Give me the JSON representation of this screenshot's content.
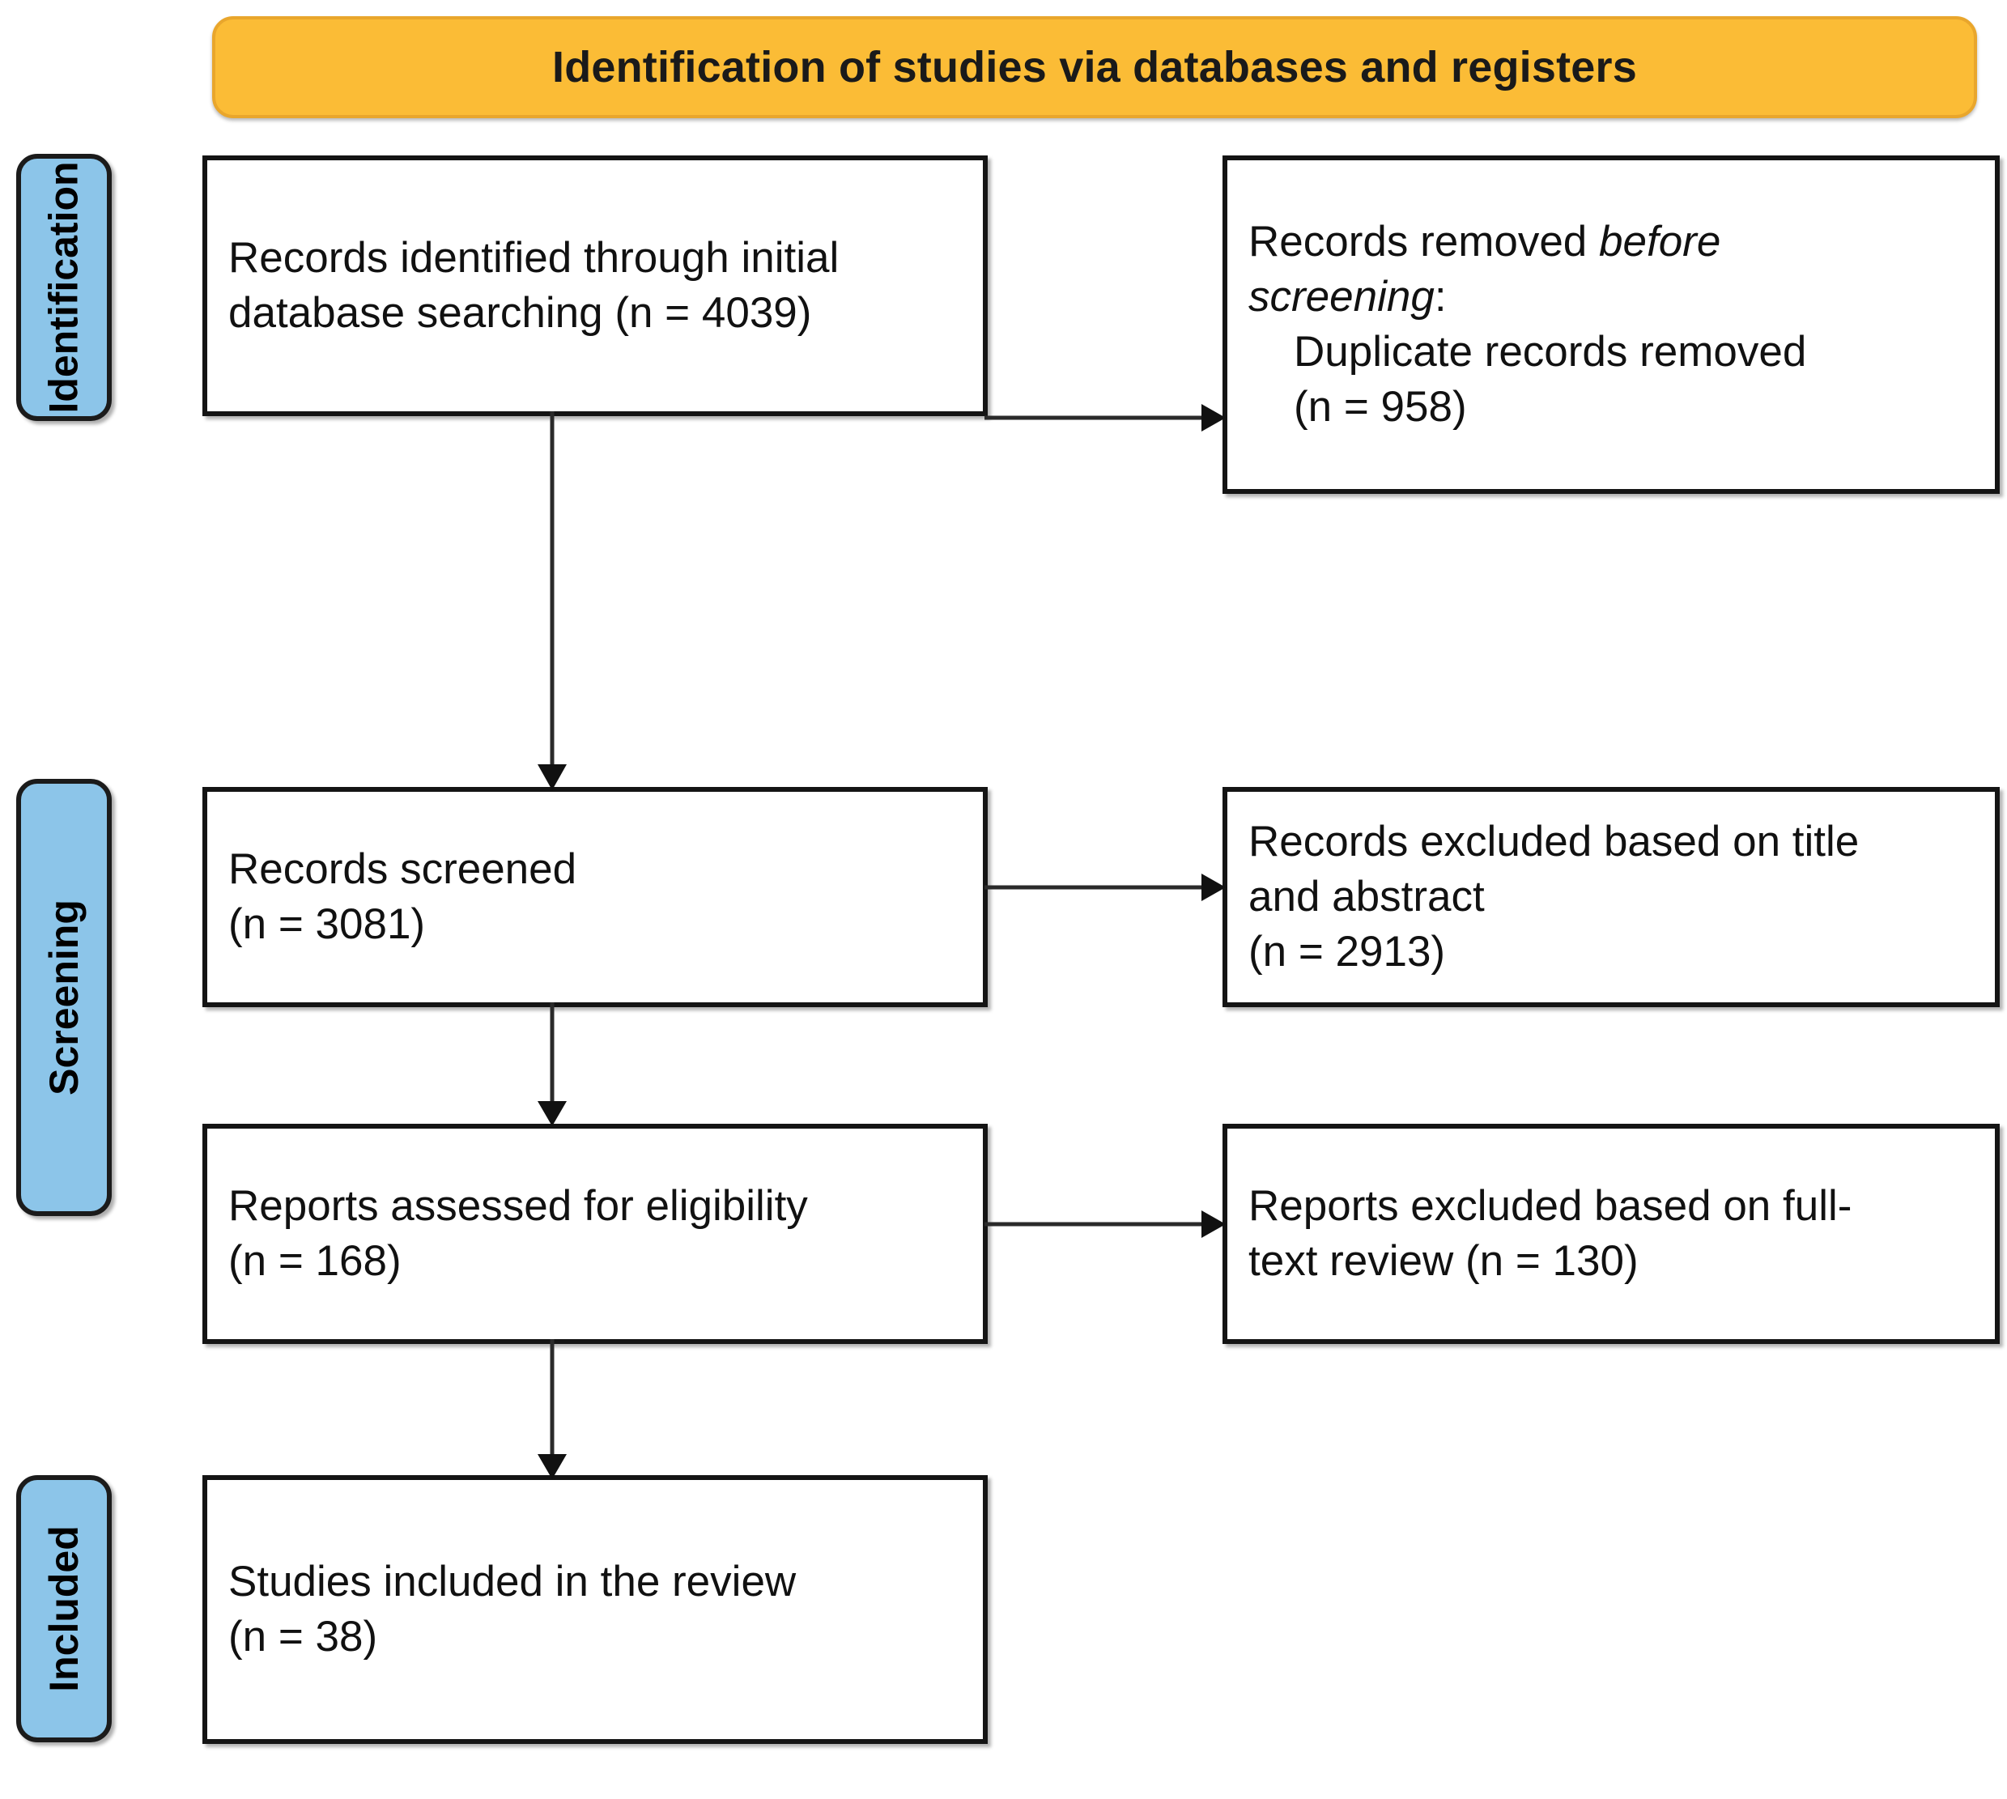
{
  "banner": {
    "title": "Identification of studies via databases and registers",
    "bg_color": "#FBBC36",
    "border_color": "#E9A62C",
    "text_color": "#1A1A1A"
  },
  "theme": {
    "stage_tab_color": "#8CC5E9",
    "box_border_color": "#141414",
    "box_fill_color": "#FFFFFF",
    "arrow_color": "#2A2A2A",
    "page_background": "#FFFFFF"
  },
  "stages": [
    {
      "id": "identification",
      "label": "Identification"
    },
    {
      "id": "screening",
      "label": "Screening"
    },
    {
      "id": "included",
      "label": "Included"
    }
  ],
  "boxes": {
    "identified": {
      "line1": "Records identified through initial",
      "line2": "database searching (n = 4039)",
      "count": 4039
    },
    "removed": {
      "lead_plain": "Records removed ",
      "lead_italic_1": "before",
      "lead_italic_2": "screening",
      "lead_colon": ":",
      "detail_line1": "Duplicate records removed",
      "detail_line2": "(n = 958)",
      "count": 958
    },
    "screened": {
      "line1": "Records screened",
      "line2": "(n = 3081)",
      "count": 3081
    },
    "excluded_title_abstract": {
      "line1": "Records excluded based on title",
      "line2": "and abstract",
      "line3": "(n = 2913)",
      "count": 2913
    },
    "eligibility": {
      "line1": "Reports assessed for eligibility",
      "line2": "(n = 168)",
      "count": 168
    },
    "excluded_full_text": {
      "line1": "Reports excluded based on full-",
      "line2": "text review (n = 130)",
      "count": 130
    },
    "included": {
      "line1": "Studies included in the review",
      "line2": "(n = 38)",
      "count": 38
    }
  },
  "connectors": [
    {
      "id": "identified-to-removed",
      "from": "identified",
      "to": "removed",
      "direction": "right"
    },
    {
      "id": "screened-to-excluded-title",
      "from": "screened",
      "to": "excluded_title_abstract",
      "direction": "right"
    },
    {
      "id": "eligibility-to-excluded-full",
      "from": "eligibility",
      "to": "excluded_full_text",
      "direction": "right"
    },
    {
      "id": "identified-to-screened",
      "from": "identified",
      "to": "screened",
      "direction": "down"
    },
    {
      "id": "screened-to-eligibility",
      "from": "screened",
      "to": "eligibility",
      "direction": "down"
    },
    {
      "id": "eligibility-to-included",
      "from": "eligibility",
      "to": "included",
      "direction": "down"
    }
  ]
}
